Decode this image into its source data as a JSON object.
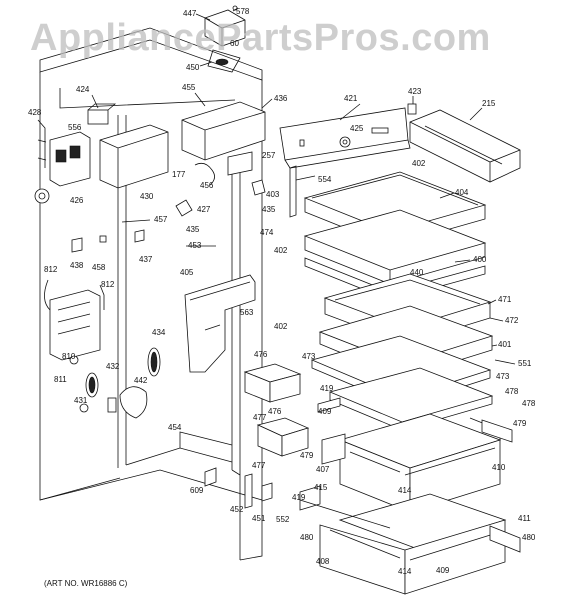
{
  "watermark": "AppliancePartsPros.com",
  "art_number": "(ART NO. WR16886 C)",
  "part_labels": [
    "447",
    "578",
    "60",
    "450",
    "424",
    "455",
    "436",
    "421",
    "423",
    "215",
    "428",
    "556",
    "425",
    "402",
    "426",
    "430",
    "177",
    "456",
    "257",
    "554",
    "427",
    "403",
    "404",
    "435",
    "457",
    "435",
    "474",
    "402",
    "438",
    "458",
    "437",
    "453",
    "440",
    "400",
    "812",
    "812",
    "405",
    "471",
    "402",
    "472",
    "434",
    "563",
    "401",
    "551",
    "810",
    "476",
    "473",
    "473",
    "811",
    "432",
    "442",
    "419",
    "478",
    "431",
    "409",
    "478",
    "477",
    "479",
    "476",
    "454",
    "479",
    "407",
    "410",
    "477",
    "414",
    "609",
    "415",
    "419",
    "452",
    "451",
    "552",
    "411",
    "480",
    "480",
    "408",
    "414",
    "409"
  ]
}
